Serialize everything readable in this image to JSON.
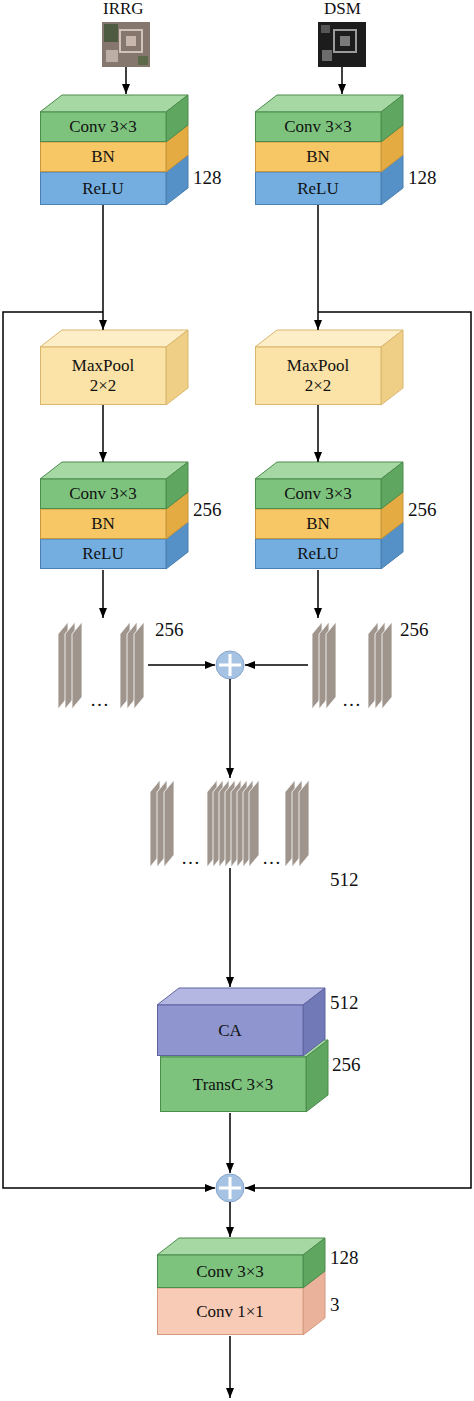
{
  "diagram": {
    "nodes": [
      {
        "text": [
          "Conv 3×3"
        ]
      },
      {
        "text": [
          "BN"
        ]
      },
      {
        "text": [
          "ReLU"
        ]
      },
      {
        "text": [
          "Conv 3×3"
        ]
      },
      {
        "text": [
          "BN"
        ]
      },
      {
        "text": [
          "ReLU"
        ]
      },
      {
        "text": [
          "MaxPool 2×2"
        ]
      },
      {
        "text": [
          "MaxPool 2×2"
        ]
      },
      {
        "text": [
          "Conv 3×3"
        ]
      },
      {
        "text": [
          "BN"
        ]
      },
      {
        "text": [
          "ReLU"
        ]
      },
      {
        "text": [
          "Conv 3×3"
        ]
      },
      {
        "text": [
          "BN"
        ]
      },
      {
        "text": [
          "ReLU"
        ]
      },
      {
        "text": [
          "CA"
        ]
      },
      {
        "text": [
          "TransC 3×3"
        ]
      },
      {
        "text": [
          "Conv 3×3"
        ]
      },
      {
        "text": [
          "Conv 1×1"
        ]
      }
    ],
    "edges": [
      {
        "from": 2,
        "to": 6,
        "arrow": "to"
      },
      {
        "from": 5,
        "to": 7,
        "arrow": "to"
      },
      {
        "from": 6,
        "to": 8,
        "arrow": "to"
      },
      {
        "from": 7,
        "to": 11,
        "arrow": "to"
      }
    ],
    "labels": [
      "IRRG",
      "DSM",
      "128",
      "128",
      "256",
      "256",
      "…",
      "256",
      "…",
      "256",
      "…",
      "…",
      "512",
      "512",
      "256",
      "128",
      "3"
    ]
  }
}
